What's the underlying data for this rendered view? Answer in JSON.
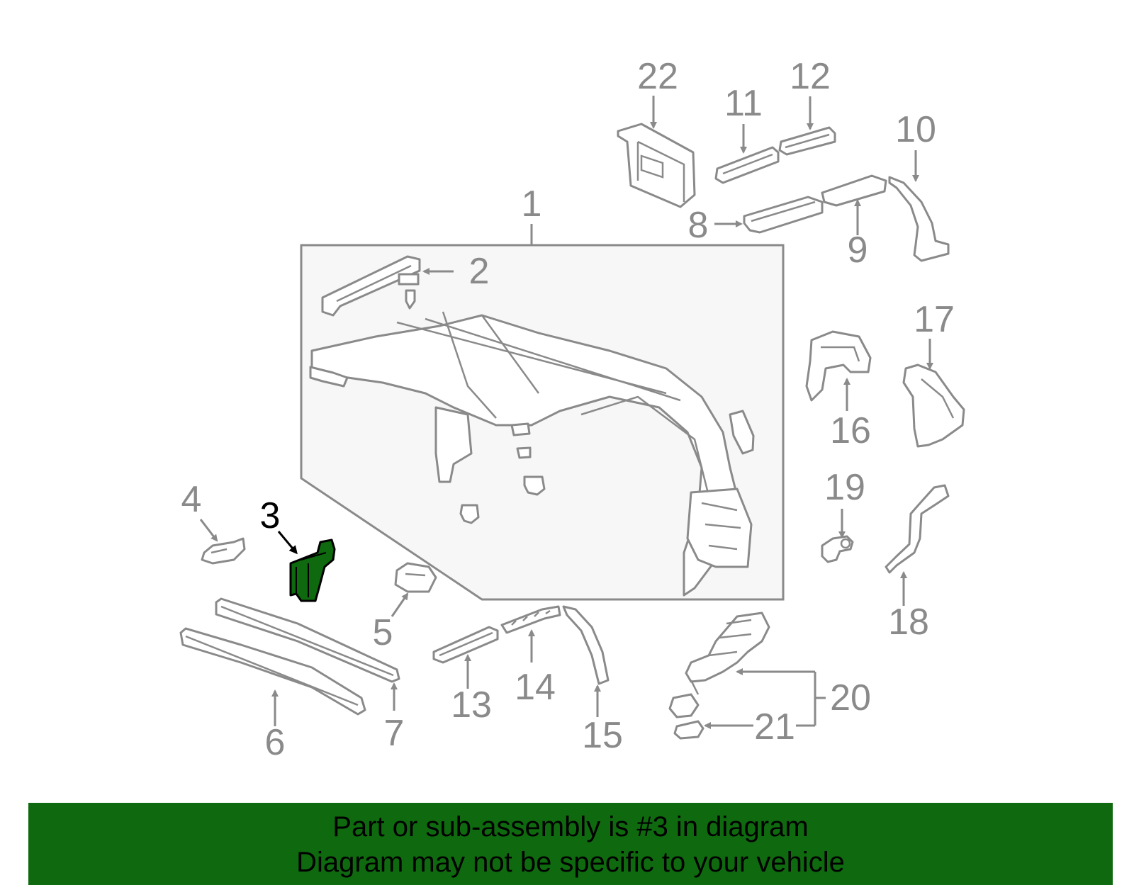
{
  "diagram": {
    "highlight_color": "#0f6a0f",
    "line_color": "#8a8a8a",
    "highlighted_part": "3",
    "callouts": {
      "c1": "1",
      "c2": "2",
      "c3": "3",
      "c4": "4",
      "c5": "5",
      "c6": "6",
      "c7": "7",
      "c8": "8",
      "c9": "9",
      "c10": "10",
      "c11": "11",
      "c12": "12",
      "c13": "13",
      "c14": "14",
      "c15": "15",
      "c16": "16",
      "c17": "17",
      "c18": "18",
      "c19": "19",
      "c20": "20",
      "c21": "21",
      "c22": "22"
    }
  },
  "banner": {
    "background": "#0f6a0f",
    "line1": "Part or sub-assembly is #3 in diagram",
    "line2": "Diagram may not be specific to your vehicle"
  }
}
